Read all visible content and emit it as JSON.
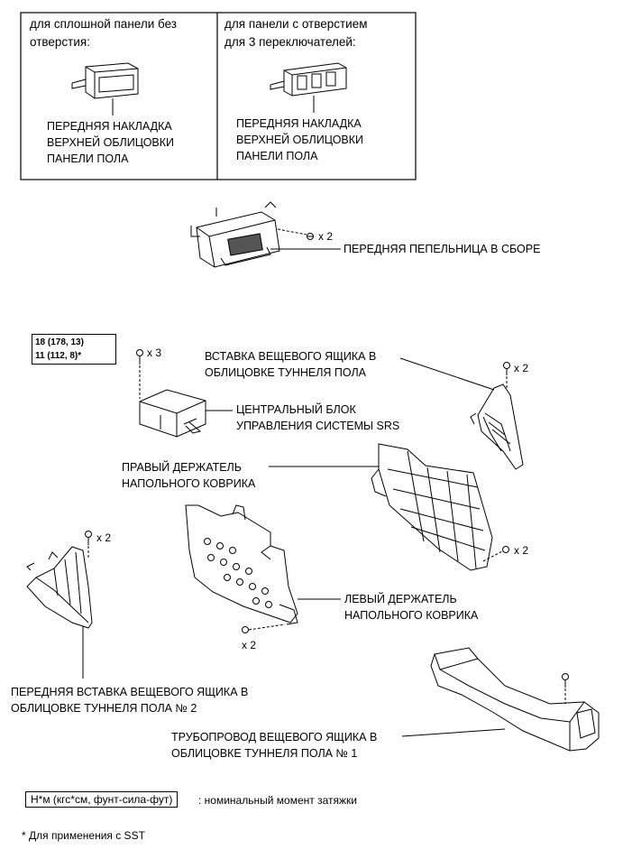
{
  "options": {
    "solid": {
      "title": "для сплошной панели без\nотверстия:",
      "part": "ПЕРЕДНЯЯ НАКЛАДКА\nВЕРХНЕЙ ОБЛИЦОВКИ\nПАНЕЛИ ПОЛА"
    },
    "holes": {
      "title": "для панели с отверстием\nдля 3 переключателей:",
      "part": "ПЕРЕДНЯЯ НАКЛАДКА\nВЕРХНЕЙ ОБЛИЦОВКИ\nПАНЕЛИ ПОЛА"
    }
  },
  "parts": {
    "ashtray": "ПЕРЕДНЯЯ ПЕПЕЛЬНИЦА В СБОРЕ",
    "console_insert": "ВСТАВКА ВЕЩЕВОГО ЯЩИКА В\nОБЛИЦОВКЕ ТУННЕЛЯ ПОЛА",
    "srs_unit": "ЦЕНТРАЛЬНЫЙ БЛОК\nУПРАВЛЕНИЯ СИСТЕМЫ SRS",
    "right_holder": "ПРАВЫЙ ДЕРЖАТЕЛЬ\nНАПОЛЬНОГО КОВРИКА",
    "left_holder": "ЛЕВЫЙ ДЕРЖАТЕЛЬ\nНАПОЛЬНОГО КОВРИКА",
    "front_insert_2": "ПЕРЕДНЯЯ ВСТАВКА ВЕЩЕВОГО ЯЩИКА В\nОБЛИЦОВКЕ ТУННЕЛЯ ПОЛА № 2",
    "duct_1": "ТРУБОПРОВОД ВЕЩЕВОГО ЯЩИКА В\nОБЛИЦОВКЕ ТУННЕЛЯ ПОЛА № 1"
  },
  "quantities": {
    "ashtray_screws": "x 2",
    "srs_bolts": "x 3",
    "insert_screws": "x 2",
    "right_holder_clips": "x 2",
    "front_insert_screws": "x 2",
    "left_holder_clips": "x 2"
  },
  "torque": {
    "line1": "18 (178, 13)",
    "line2": "11 (112, 8)*"
  },
  "legend": {
    "unit_box": "Н*м (кгс*см, фунт-сила-фут)",
    "unit_desc": ": номинальный момент затяжки",
    "footnote": "* Для применения с SST"
  }
}
